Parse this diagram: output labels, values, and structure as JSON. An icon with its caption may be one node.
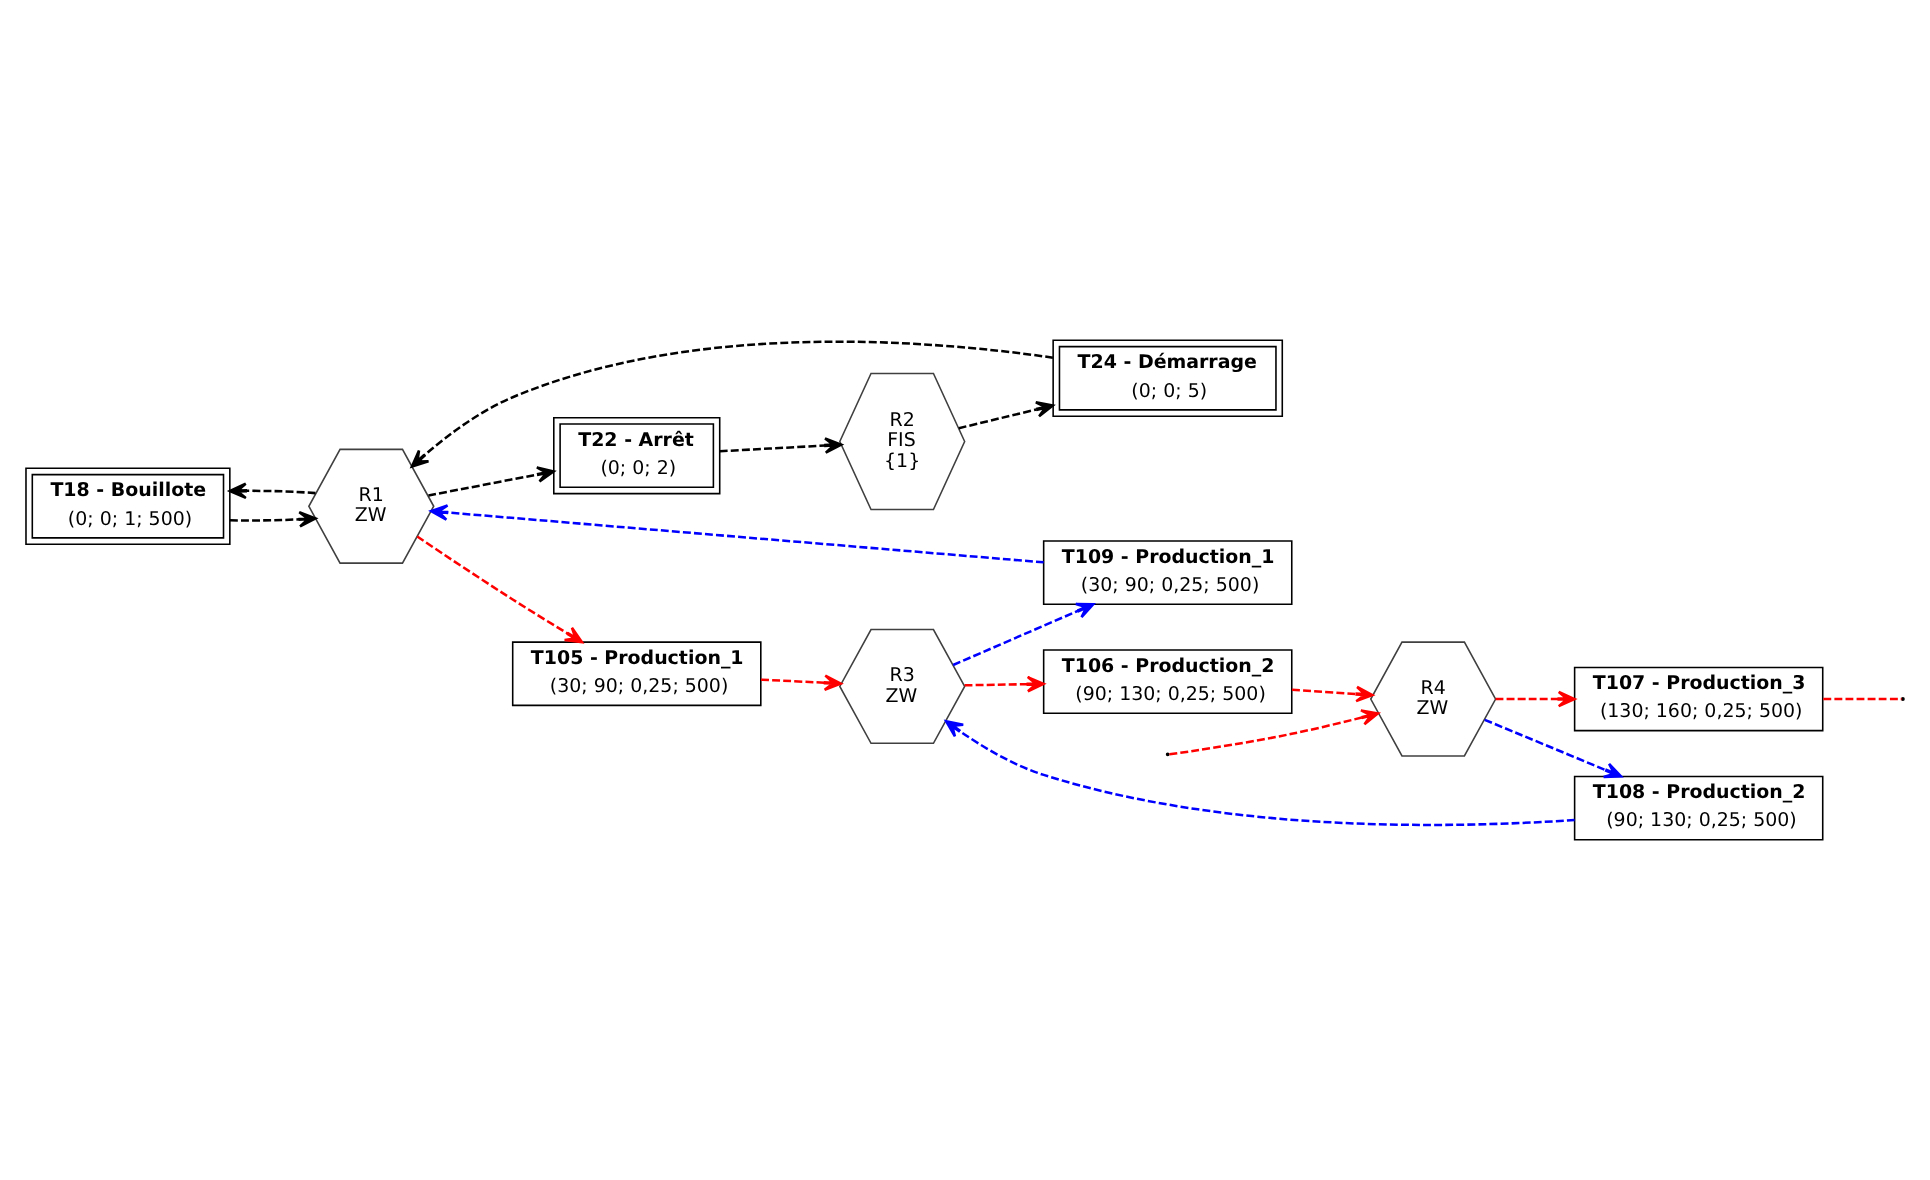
{
  "diagram": {
    "nodes": [
      {
        "text": [
          "T18 - Bouillote",
          "(0; 0; 1; 500)"
        ]
      },
      {
        "text": [
          "R2",
          "FIS",
          "{1}"
        ]
      },
      {
        "text": [
          "T22 - Arrêt",
          "(0; 0; 2)"
        ]
      },
      {
        "text": [
          "T24 - Démarrage",
          "(0; 0; 5)"
        ]
      },
      {
        "text": [
          "R1",
          "ZW"
        ]
      },
      {
        "text": [
          "T109 - Production_1",
          "(30; 90; 0,25; 500)"
        ]
      },
      {
        "text": [
          "R3",
          "ZW"
        ]
      },
      {
        "text": [
          "T105 - Production_1",
          "(30; 90; 0,25; 500)"
        ]
      },
      {
        "text": [
          "T108 - Production_2",
          "(90; 130; 0,25; 500)"
        ]
      },
      {
        "text": [
          "T106 - Production_2",
          "(90; 130; 0,25; 500)"
        ]
      },
      {
        "text": [
          "R4",
          "ZW"
        ]
      },
      {
        "text": [
          "T107 - Production_3",
          "(130; 160; 0,25; 500)"
        ]
      }
    ],
    "edges": [
      {
        "from": 0,
        "to": 4,
        "arrow": "to",
        "color": "#000000"
      },
      {
        "from": 4,
        "to": 0,
        "arrow": "to",
        "color": "#000000"
      },
      {
        "from": 4,
        "to": 2,
        "arrow": "to",
        "color": "#000000"
      },
      {
        "from": 2,
        "to": 1,
        "arrow": "to",
        "color": "#000000"
      },
      {
        "from": 1,
        "to": 3,
        "arrow": "to",
        "color": "#000000"
      },
      {
        "from": 3,
        "to": 4,
        "arrow": "to",
        "color": "#000000"
      },
      {
        "from": 5,
        "to": 4,
        "arrow": "to",
        "color": "#0000ff"
      },
      {
        "from": 4,
        "to": 7,
        "arrow": "to"
      },
      {
        "from": 7,
        "to": 6,
        "arrow": "to"
      },
      {
        "from": 6,
        "to": 5,
        "arrow": "to",
        "color": "#0000ff"
      },
      {
        "from": 6,
        "to": 9,
        "arrow": "to"
      },
      {
        "from": 8,
        "to": 6,
        "arrow": "to",
        "color": "#0000ff"
      },
      {
        "from": 9,
        "to": 10,
        "arrow": "to"
      },
      {
        "from": 10,
        "to": 8,
        "arrow": "to",
        "color": "#0000ff"
      },
      {
        "from": 10,
        "to": 11,
        "arrow": "to"
      },
      {
        "from": null,
        "to": 10,
        "arrow": "to"
      },
      {
        "from": 11,
        "to": null,
        "arrow": "none"
      }
    ]
  }
}
